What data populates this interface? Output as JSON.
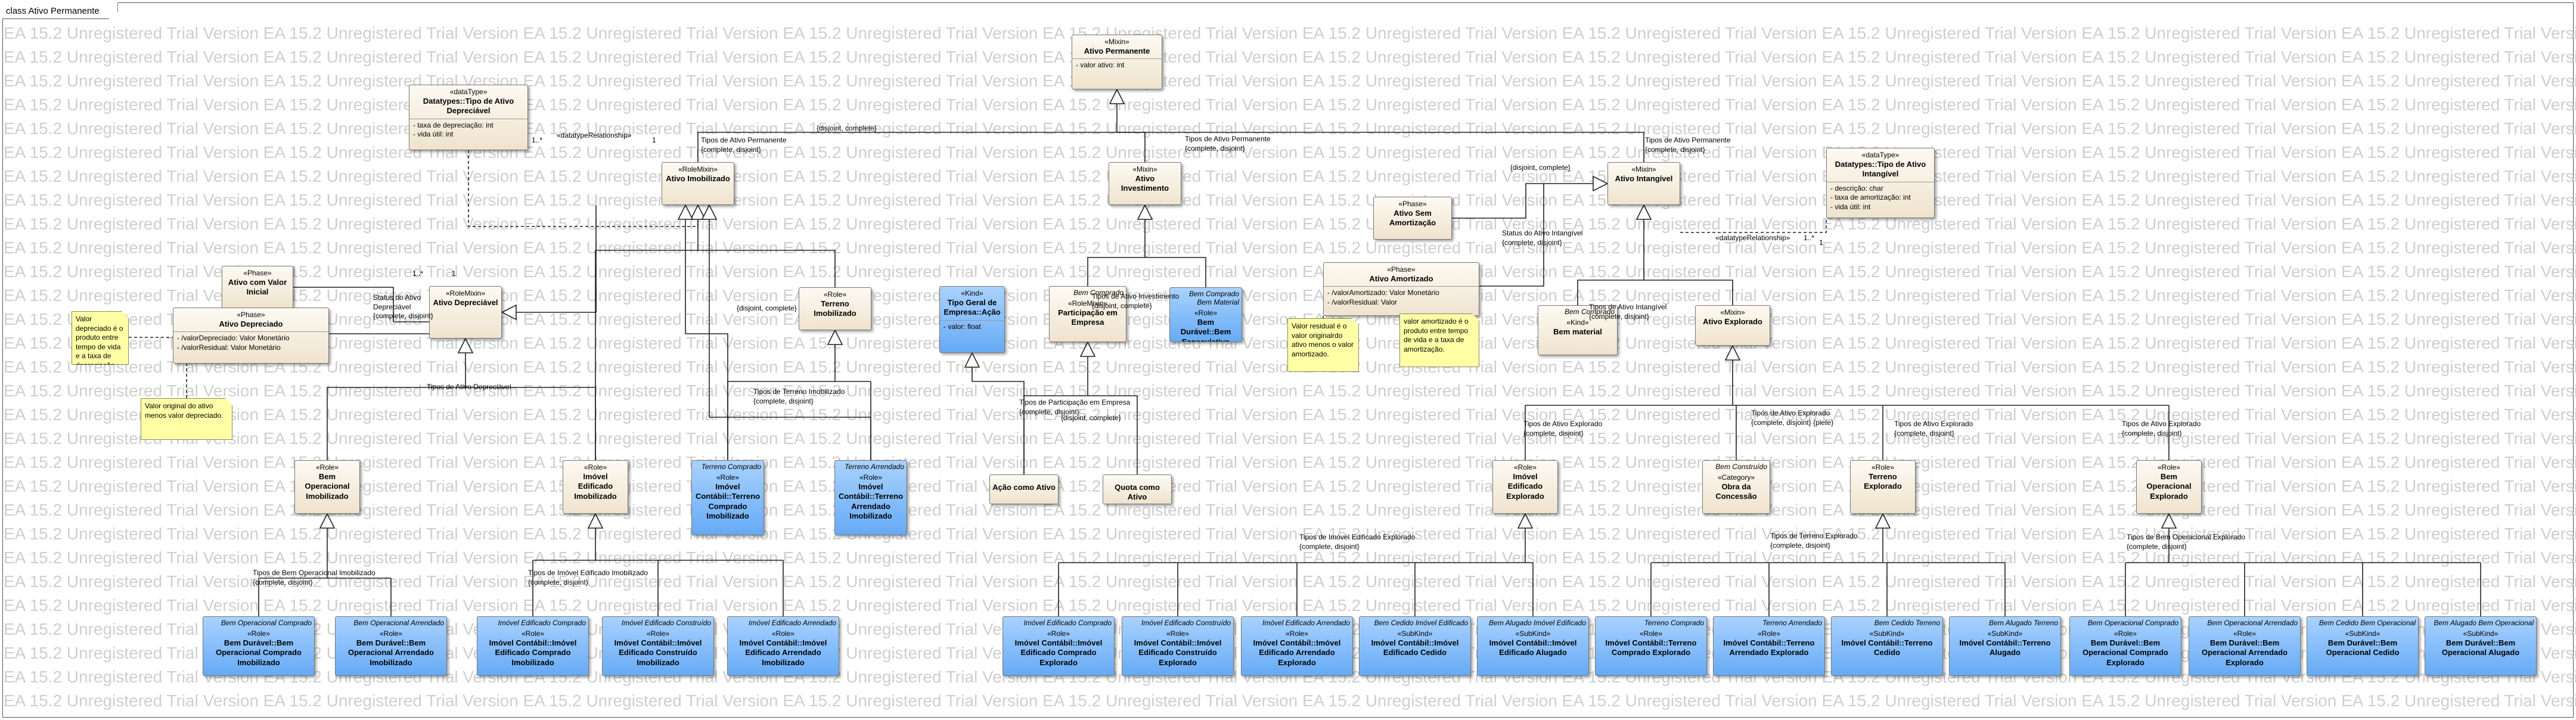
{
  "frame": {
    "title": "class Ativo Permanente"
  },
  "watermark": "EA 15.2 Unregistered Trial Version EA 15.2 Unregistered Trial Version EA 15.2 Unregistered Trial Version EA 15.2 Unregistered Trial Version EA 15.2 Unregistered Trial Version EA 15.2 Unregistered Trial Version EA 15.2 Unregistered Trial Version EA 15.2 Unregistered Trial Version EA 15.2 Unregistered Trial Version EA 15.2 Unregistered Trial Version",
  "nodes": {
    "ativo_permanente": {
      "stereo": "«Mixin»",
      "name": "Ativo Permanente",
      "attrs": [
        "-    valor ativo: int"
      ]
    },
    "tipo_deprec": {
      "stereo": "«dataType»",
      "name": "Datatypes::Tipo de Ativo Depreciável",
      "attrs": [
        "-    taxa de depreciação: int",
        "-    vida útil: int"
      ]
    },
    "ativo_imob": {
      "stereo": "«RoleMixin»",
      "name": "Ativo Imobilizado"
    },
    "ativo_invest": {
      "stereo": "«Mixin»",
      "name": "Ativo Investimento"
    },
    "ativo_sem_amort": {
      "stereo": "«Phase»",
      "name": "Ativo Sem Amortização"
    },
    "ativo_intangivel": {
      "stereo": "«Mixin»",
      "name": "Ativo Intangível"
    },
    "tipo_intang": {
      "stereo": "«dataType»",
      "name": "Datatypes::Tipo de Ativo Intangível",
      "attrs": [
        "-    descrição: char",
        "-    taxa de amortização: int",
        "-    vida útil: int"
      ]
    },
    "ativo_valor_inicial": {
      "stereo": "«Phase»",
      "name": "Ativo com Valor Inicial"
    },
    "ativo_depreciado": {
      "stereo": "«Phase»",
      "name": "Ativo Depreciado",
      "attrs": [
        "-    /valorDepreciado: Valor Monetário",
        "-    /valorResidual: Valor Monetário"
      ]
    },
    "ativo_depreciavel": {
      "stereo": "«RoleMixin»",
      "name": "Ativo Depreciável"
    },
    "ativo_amortizado": {
      "stereo": "«Phase»",
      "name": "Ativo Amortizado",
      "attrs": [
        "-    /valorAmortizado: Valor Monetário",
        "-    /valorResidual: Valor"
      ]
    },
    "terreno_imob": {
      "stereo": "«Role»",
      "name": "Terreno Imobilizado"
    },
    "tipo_geral_acao": {
      "stereo": "«Kind»",
      "name": "Tipo Geral de Empresa::Ação",
      "attrs": [
        "-    valor: float"
      ]
    },
    "particip_empresa": {
      "tag": "Bem Comprado",
      "stereo": "«RoleMixin»",
      "name": "Participação em Empresa"
    },
    "bem_especulativo": {
      "tag": "Bem Comprado Bem Material",
      "stereo": "«Role»",
      "name": "Bem Durável::Bem Especulativo"
    },
    "bem_material": {
      "tag": "Bem Comprado",
      "stereo": "«Kind»",
      "name": "Bem material"
    },
    "ativo_explorado": {
      "stereo": "«Mixin»",
      "name": "Ativo Explorado"
    },
    "bem_op_imob": {
      "stereo": "«Role»",
      "name": "Bem Operacional Imobilizado"
    },
    "imovel_edif_imob": {
      "stereo": "«Role»",
      "name": "Imóvel Edificado Imobilizado"
    },
    "terreno_comprado": {
      "tag": "Terreno Comprado",
      "stereo": "«Role»",
      "name": "Imóvel Contábil::Terreno Comprado Imobilizado"
    },
    "terreno_arrendado": {
      "tag": "Terreno Arrendado",
      "stereo": "«Role»",
      "name": "Imóvel Contábil::Terreno Arrendado Imobilizado"
    },
    "acao_ativo": {
      "name": "Ação como Ativo"
    },
    "quota_ativo": {
      "name": "Quota como Ativo"
    },
    "imovel_edif_expl": {
      "stereo": "«Role»",
      "name": "Imóvel Edificado Explorado"
    },
    "obra_concessao": {
      "tag": "Bem Construído",
      "stereo": "«Category»",
      "name": "Obra da Concessão"
    },
    "terreno_expl": {
      "stereo": "«Role»",
      "name": "Terreno Explorado"
    },
    "bem_op_expl": {
      "stereo": "«Role»",
      "name": "Bem Operacional Explorado"
    },
    "b1": {
      "tag": "Bem Operacional Comprado",
      "stereo": "«Role»",
      "name": "Bem Durável::Bem Operacional Comprado Imobilizado"
    },
    "b2": {
      "tag": "Bem Operacional Arrendado",
      "stereo": "«Role»",
      "name": "Bem Durável::Bem Operacional Arrendado Imobilizado"
    },
    "b3": {
      "tag": "Imóvel Edificado Comprado",
      "stereo": "«Role»",
      "name": "Imóvel Contábil::Imóvel Edificado Comprado Imobilizado"
    },
    "b4": {
      "tag": "Imóvel Edificado Construído",
      "stereo": "«Role»",
      "name": "Imóvel Contábil::Imóvel Edificado Construído Imobilizado"
    },
    "b5": {
      "tag": "Imóvel Edificado Arrendado",
      "stereo": "«Role»",
      "name": "Imóvel Contábil::Imóvel Edificado Arrendado Imobilizado"
    },
    "b6": {
      "tag": "Imóvel Edificado Comprado",
      "stereo": "«Role»",
      "name": "Imóvel Contábil::Imóvel Edificado Comprado Explorado"
    },
    "b7": {
      "tag": "Imóvel Edificado Construído",
      "stereo": "«Role»",
      "name": "Imóvel Contábil::Imóvel Edificado Construído Explorado"
    },
    "b8": {
      "tag": "Imóvel Edificado Arrendado",
      "stereo": "«Role»",
      "name": "Imóvel Contábil::Imóvel Edificado Arrendado Explorado"
    },
    "b9": {
      "tag": "Bem Cedido Imóvel Edificado",
      "stereo": "«SubKind»",
      "name": "Imóvel Contábil::Imóvel Edificado Cedido"
    },
    "b10": {
      "tag": "Bem Alugado Imóvel Edificado",
      "stereo": "«SubKind»",
      "name": "Imóvel Contábil::Imóvel Edificado Alugado"
    },
    "b11": {
      "tag": "Terreno Comprado",
      "stereo": "«Role»",
      "name": "Imóvel Contábil::Terreno Comprado Explorado"
    },
    "b12": {
      "tag": "Terreno Arrendado",
      "stereo": "«Role»",
      "name": "Imóvel Contábil::Terreno Arrendado Explorado"
    },
    "b13": {
      "tag": "Bem Cedido Terreno",
      "stereo": "«SubKind»",
      "name": "Imóvel Contábil::Terreno Cedido"
    },
    "b14": {
      "tag": "Bem Alugado Terreno",
      "stereo": "«SubKind»",
      "name": "Imóvel Contábil::Terreno Alugado"
    },
    "b15": {
      "tag": "Bem Operacional Comprado",
      "stereo": "«Role»",
      "name": "Bem Durável::Bem Operacional Comprado Explorado"
    },
    "b16": {
      "tag": "Bem Operacional Arrendado",
      "stereo": "«Role»",
      "name": "Bem Durável::Bem Operacional Arrendado Explorado"
    },
    "b17": {
      "tag": "Bem Cedido Bem Operacional",
      "stereo": "«SubKind»",
      "name": "Bem Durável::Bem Operacional Cedido"
    },
    "b18": {
      "tag": "Bem Alugado Bem Operacional",
      "stereo": "«SubKind»",
      "name": "Bem Durável::Bem Operacional Alugado"
    }
  },
  "notes": {
    "n1": "Valor depreciado é o produto entre tempo de vida e a taxa de depreciação.",
    "n2": "Valor original do ativo menos valor depreciado.",
    "n3": "Valor residual é o valor originalrdo ativo menos o valor amortizado.",
    "n4": "valor amortizado é o produto entre tempo de vida e a taxa de amortização."
  },
  "labels": {
    "l1": "Tipos de Ativo Permanente\n{complete, disjoint}",
    "l2": "{disjoint, complete}",
    "l3": "Tipos de Ativo Permanente\n{complete, disjoint}",
    "l4": "Tipos de Ativo Permanente\n{complete, disjoint}",
    "l5": "{disjoint, complete}",
    "l6": "Status do Ativo Intangível\n{complete, disjoint}",
    "l7": "«datatypeRelationship»",
    "l8": "«datatypeRelationship»",
    "l9": "Status do Ativo\nDepreciável\n{complete, disjoint}",
    "l10": "Tipos de Ativo Investimento\n{disjoint, complete}",
    "l11": "{disjoint, complete}",
    "l12": "Tipos de Ativo Intangível\n{complete, disjoint}",
    "l13": "Tipos de Ativo Depreciável",
    "l14": "Tipos de Terreno Imobilizado\n{complete, disjoint}",
    "l15": "Tipos de Participação em Empresa\n{complete, disjoint}",
    "l16": "{disjoint, complete}",
    "l17": "Tipos de Ativo Explorado\n{complete, disjoint}",
    "l18": "Tipos de Ativo Explorado\n{complete, disjoint} {plete}",
    "l19": "Tipos de Ativo Explorado\n{complete, disjoint}",
    "l20": "Tipos de Ativo Explorado\n{complete, disjoint}",
    "l21": "Tipos de Bem Operacional Imobilizado\n{complete, disjoint}",
    "l22": "Tipos de Imóvel Edificado Imobilizado\n{complete, disjoint}",
    "l23": "Tipos de Imóvel Edificado Explorado\n{complete, disjoint}",
    "l24": "Tipos de Terreno Explorado\n{complete, disjoint}",
    "l25": "Tipos de Bem Operacional Explorado\n{complete, disjoint}",
    "m1": "1..*",
    "m2": "1",
    "m3": "1..*",
    "m4": "1",
    "m5": "1..*",
    "m6": "1"
  }
}
